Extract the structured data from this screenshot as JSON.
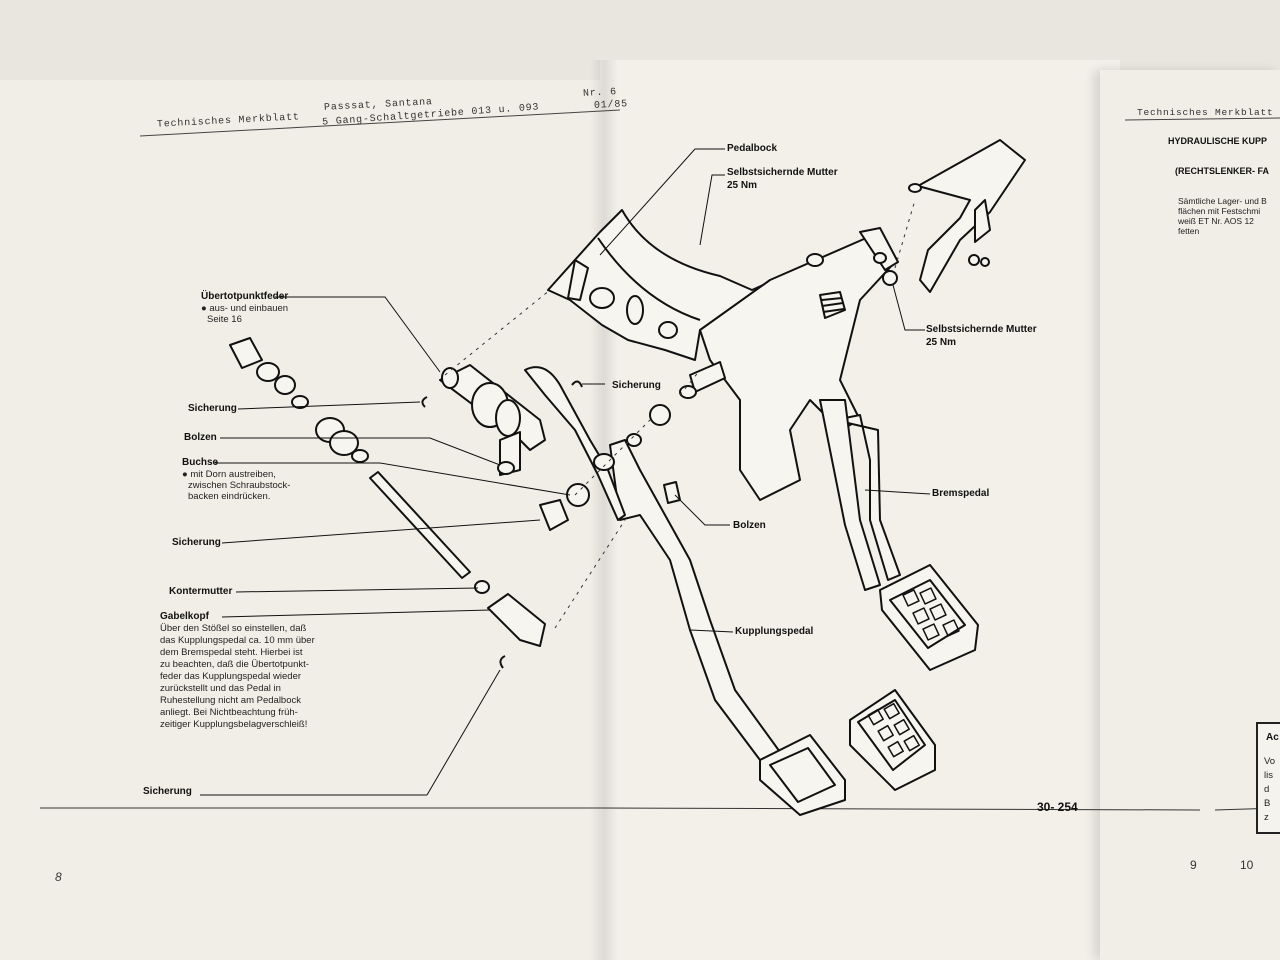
{
  "header": {
    "left_title": "Technisches Merkblatt",
    "models": "Passsat, Santana",
    "gearbox": "5 Gang-Schaltgetriebe 013 u. 093",
    "nr": "Nr. 6",
    "date": "01/85"
  },
  "labels": {
    "pedalbock": "Pedalbock",
    "mutter_top_1": "Selbstsichernde Mutter",
    "mutter_top_2": "25 Nm",
    "mutter_right_1": "Selbstsichernde Mutter",
    "mutter_right_2": "25 Nm",
    "uebertot": "Übertotpunktfeder",
    "uebertot_note_1": "● aus- und einbauen",
    "uebertot_note_2": "Seite 16",
    "sicherung_1": "Sicherung",
    "sicherung_top": "Sicherung",
    "bolzen_left": "Bolzen",
    "buchse": "Buchse",
    "buchse_note_1": "● mit Dorn austreiben,",
    "buchse_note_2": "zwischen Schraubstock-",
    "buchse_note_3": "backen eindrücken.",
    "sicherung_2": "Sicherung",
    "bolzen_right": "Bolzen",
    "bremspedal": "Bremspedal",
    "kontermutter": "Kontermutter",
    "gabelkopf": "Gabelkopf",
    "kupplungspedal": "Kupplungspedal",
    "sicherung_3": "Sicherung"
  },
  "gabelkopf_note": [
    "Über den Stößel so einstellen, daß",
    "das Kupplungspedal ca. 10 mm über",
    "dem Bremspedal steht. Hierbei ist",
    "zu beachten, daß die Übertotpunkt-",
    "feder das Kupplungspedal wieder",
    "zurückstellt und das Pedal in",
    "Ruhestellung nicht am Pedalbock",
    "anliegt. Bei Nichtbeachtung früh-",
    "zeitiger Kupplungsbelagverschleiß!"
  ],
  "figure_id": "30- 254",
  "page_numbers": {
    "left": "8",
    "right": "9",
    "next": "10"
  },
  "next_page": {
    "header": "Technisches Merkblatt",
    "title": "HYDRAULISCHE KUPP",
    "subtitle": "(RECHTSLENKER- FA",
    "text": [
      "Sämtliche Lager- und B",
      "flächen mit Festschmi",
      "weiß ET   Nr. AOS 12",
      "fetten"
    ],
    "box": [
      "Ac",
      "Vo",
      "lis",
      "d",
      "B",
      "z"
    ]
  }
}
